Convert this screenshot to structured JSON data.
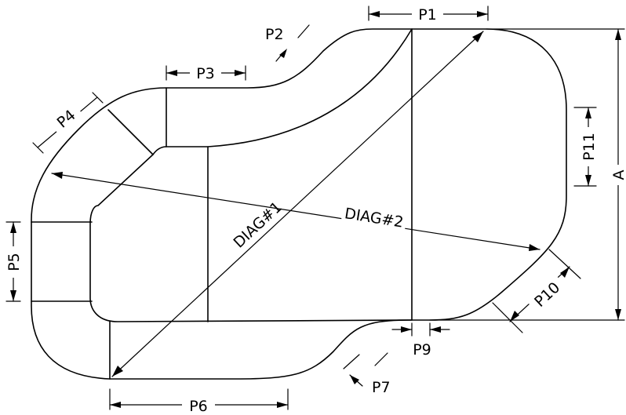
{
  "diagram": {
    "labels": {
      "p1": "P1",
      "p2": "P2",
      "p3": "P3",
      "p4": "P4",
      "p5": "P5",
      "p6": "P6",
      "p7": "P7",
      "p9": "P9",
      "p10": "P10",
      "p11": "P11",
      "a": "A",
      "diag1": "DIAG#1",
      "diag2": "DIAG#2"
    },
    "colors": {
      "stroke": "#000000",
      "background": "#ffffff"
    }
  }
}
